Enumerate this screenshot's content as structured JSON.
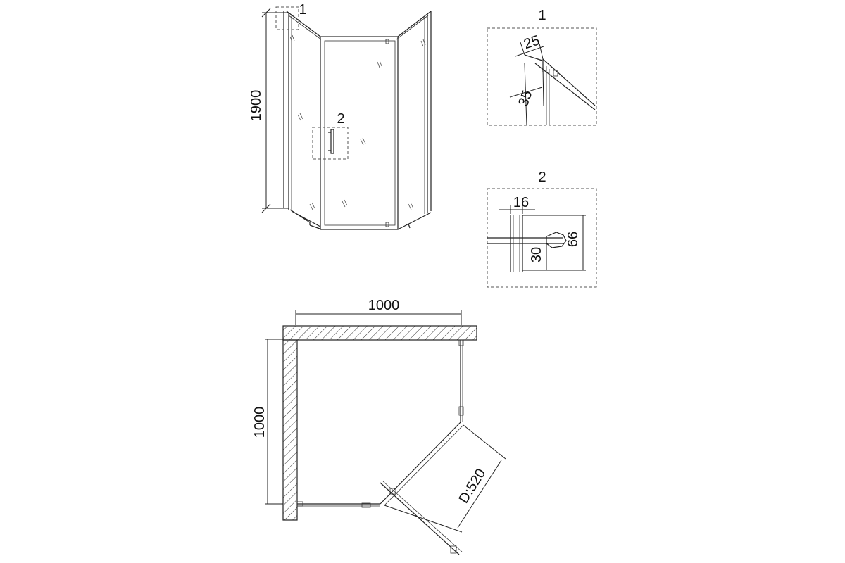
{
  "front_view": {
    "height_label": "1900",
    "callout_1": "1",
    "callout_2": "2"
  },
  "detail_1": {
    "title": "1",
    "dim_a": "25",
    "dim_b": "35"
  },
  "detail_2": {
    "title": "2",
    "dim_width": "16",
    "dim_height": "66",
    "dim_handle": "30"
  },
  "plan_view": {
    "width_label": "1000",
    "depth_label": "1000",
    "door_label": "D:520"
  },
  "colors": {
    "line": "#222222",
    "background": "#ffffff"
  }
}
